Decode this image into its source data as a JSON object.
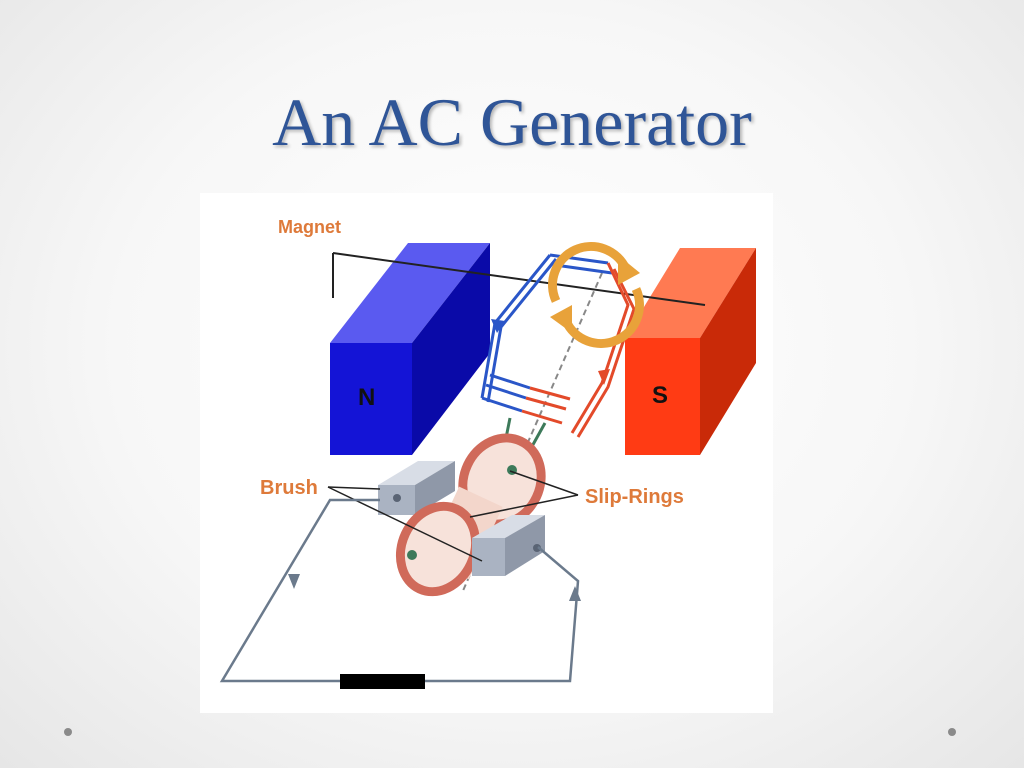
{
  "slide": {
    "title": "An AC Generator"
  },
  "diagram": {
    "labels": {
      "magnet": "Magnet",
      "brush": "Brush",
      "slip_rings": "Slip-Rings",
      "north_pole": "N",
      "south_pole": "S"
    },
    "colors": {
      "north_magnet": "#1414d6",
      "south_magnet": "#ff3b14",
      "label": "#de7a3a",
      "ring": "#d06a5a",
      "rotation_arrow": "#e8a23a",
      "coil_blue": "#2a56c8",
      "coil_red": "#e34a2a",
      "circuit_wire": "#6b7a8c"
    },
    "icons": [
      "rotation-arrow-icon",
      "current-direction-arrow-icon"
    ]
  }
}
